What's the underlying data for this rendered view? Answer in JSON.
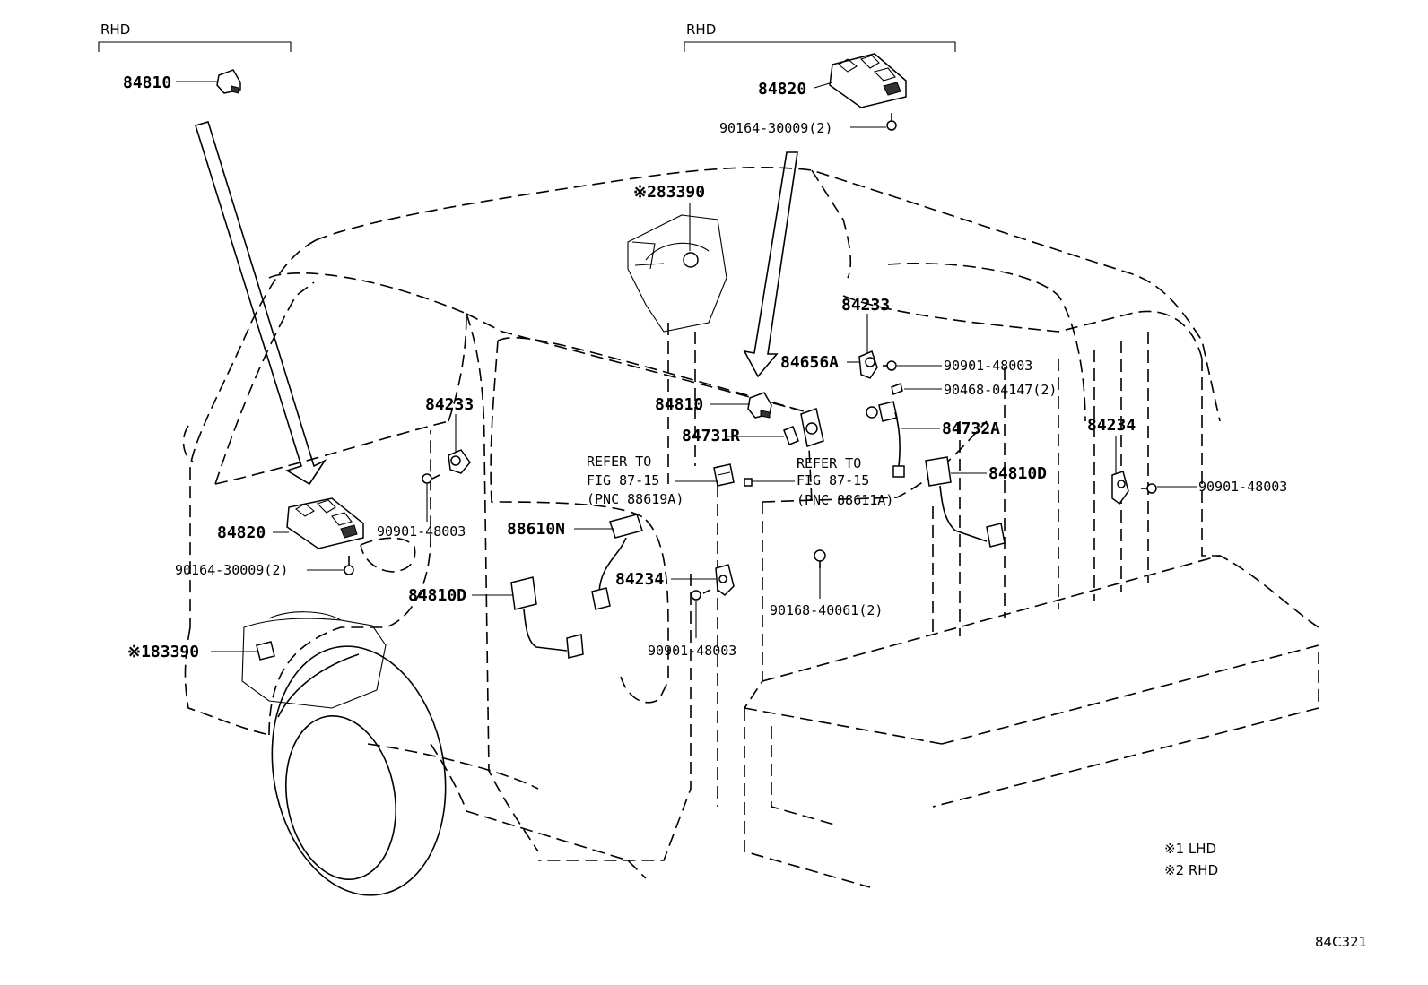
{
  "rhd_left": "RHD",
  "rhd_right": "RHD",
  "labels": {
    "p84810_top": "84810",
    "p84820_top": "84820",
    "p90164_top": "90164-30009(2)",
    "p83390_rhd": "※283390",
    "p84233_right": "84233",
    "p84656a": "84656A",
    "p90901_a": "90901-48003",
    "p90468": "90468-04147(2)",
    "p84810_mid": "84810",
    "p84731r": "84731R",
    "p84732a": "84732A",
    "p84234_right": "84234",
    "p84810d_right": "84810D",
    "p90901_b": "90901-48003",
    "p84233_left": "84233",
    "p84820_left": "84820",
    "p90901_c": "90901-48003",
    "p90164_left": "90164-30009(2)",
    "p84810d_left": "84810D",
    "p83390_lhd": "※183390",
    "p88610n": "88610N",
    "p84234_mid": "84234",
    "p90168": "90168-40061(2)",
    "p90901_d": "90901-48003"
  },
  "refer_left": [
    "REFER TO",
    "FIG 87-15",
    "(PNC 88619A)"
  ],
  "refer_right": [
    "REFER TO",
    "FIG 87-15",
    "(PNC 88611A)"
  ],
  "legend": [
    "※1 LHD",
    "※2 RHD"
  ],
  "figure_code": "84C321"
}
